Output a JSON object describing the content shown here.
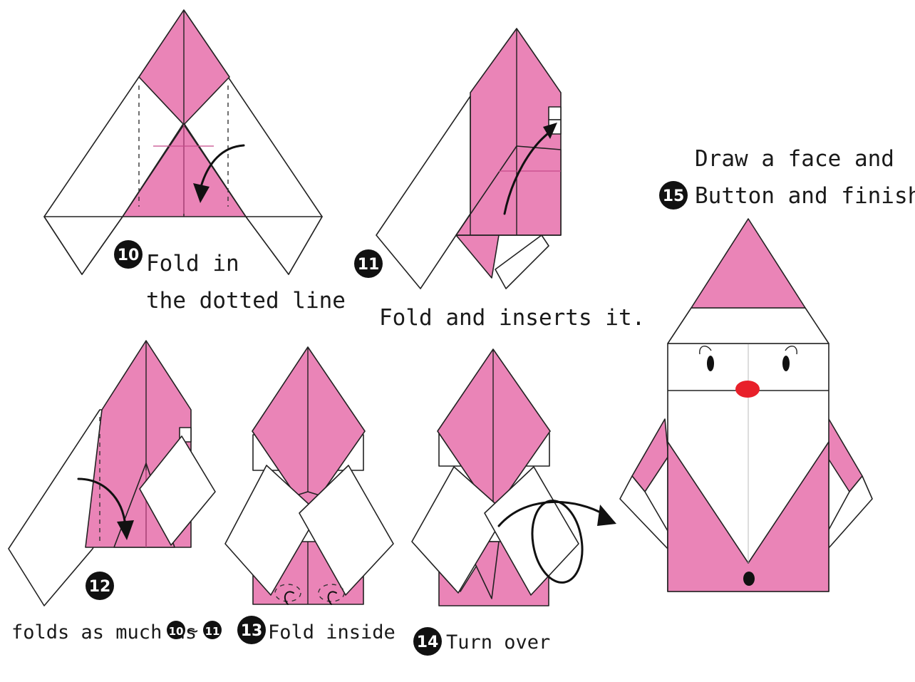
{
  "steps": {
    "s10": {
      "number": "10",
      "line1": "Fold in",
      "line2": "the dotted line"
    },
    "s11": {
      "number": "11",
      "text": "Fold and inserts it."
    },
    "s12": {
      "number": "12",
      "text": "folds as much as",
      "ref_from": "10",
      "tilde": "~",
      "ref_to": "11"
    },
    "s13": {
      "number": "13",
      "text": "Fold inside"
    },
    "s14": {
      "number": "14",
      "text": "Turn over"
    },
    "s15": {
      "number": "15",
      "line1": "Draw a face and",
      "line2": "Button and finished"
    }
  },
  "colors": {
    "paper_pink": "#ea84b7",
    "paper_white": "#ffffff",
    "nose_red": "#e8202a",
    "outline": "#222222"
  },
  "icons": [
    "fold-arrow-icon",
    "turn-over-arrow-icon"
  ]
}
